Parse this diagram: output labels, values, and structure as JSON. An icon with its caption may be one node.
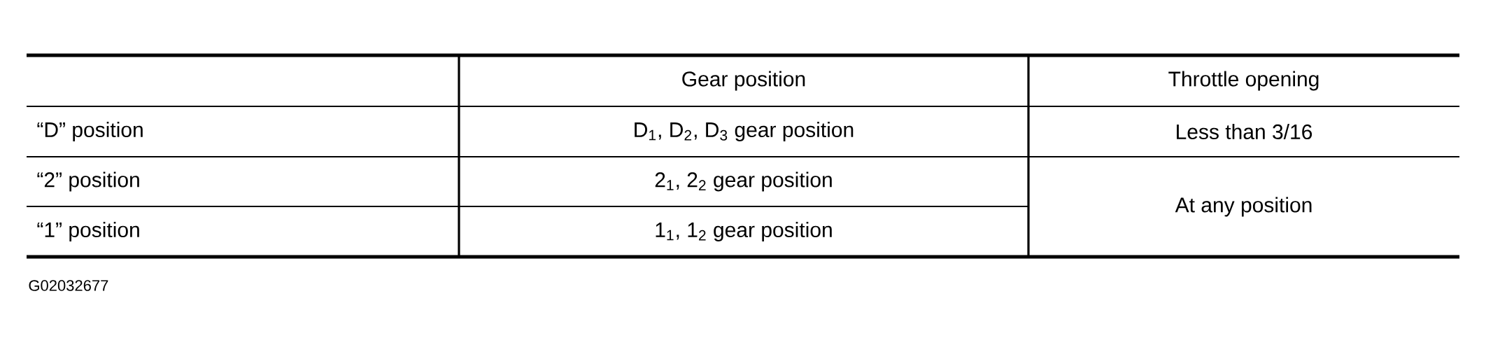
{
  "diagram": {
    "labels": [
      "Gear position",
      "Throttle opening",
      "“D” position",
      "D$_{1}$, D$_{2}$, D$_{3}$ gear position",
      "Less than 3/16",
      "“2” position",
      "2$_{1}$, 2$_{2}$ gear position",
      "At any position",
      "“1” position",
      "1$_{1}$, 1$_{2}$ gear position",
      "G02032677"
    ]
  }
}
